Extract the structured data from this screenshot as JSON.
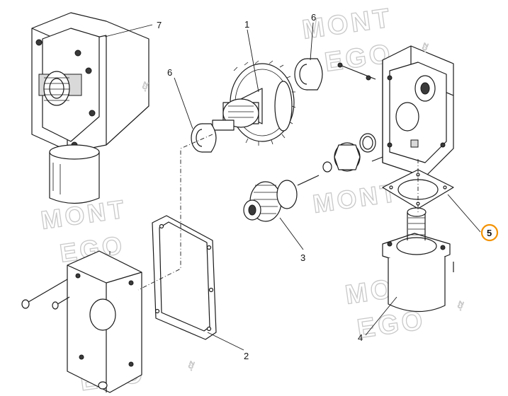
{
  "watermark": {
    "line1": "MONT",
    "line2": "EGO",
    "suffix": ".cz"
  },
  "callouts": [
    {
      "id": "1",
      "label": "1",
      "highlight": false
    },
    {
      "id": "2",
      "label": "2",
      "highlight": false
    },
    {
      "id": "3",
      "label": "3",
      "highlight": false
    },
    {
      "id": "4",
      "label": "4",
      "highlight": false
    },
    {
      "id": "5",
      "label": "5",
      "highlight": true
    },
    {
      "id": "6a",
      "label": "6",
      "highlight": false
    },
    {
      "id": "6b",
      "label": "6",
      "highlight": false
    },
    {
      "id": "7",
      "label": "7",
      "highlight": false
    }
  ],
  "colors": {
    "line": "#1a1a1a",
    "highlight": "#f39200",
    "watermark": "#c9c9c9"
  }
}
